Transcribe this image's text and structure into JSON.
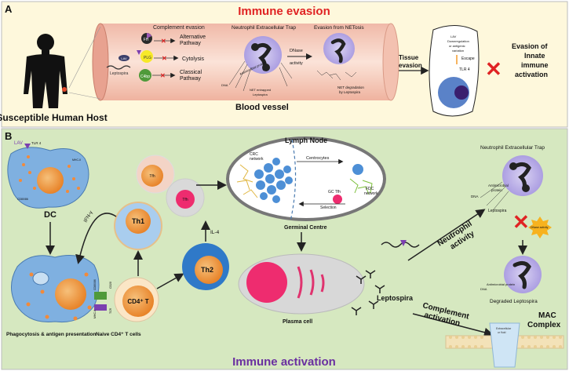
{
  "panel_a": {
    "letter": "A",
    "title": "Immune evasion",
    "host_label": "Susceptible Human Host",
    "complement_evasion": "Complement evasion",
    "fh": "FH",
    "lav": "LAV",
    "plg": "PLG",
    "c4bp": "C4bp",
    "leptospira": "Leptospira",
    "alternative_pathway": [
      "Alternative",
      "Pathway"
    ],
    "cytolysis": "Cytolysis",
    "classical_pathway": [
      "Classical",
      "Pathway"
    ],
    "net_title": "Neutrophil Extracellular Trap",
    "dna": "DNA",
    "antimicrobial": "Antimicrobial protein",
    "net_entrapped": [
      "NET entrapped",
      "Leptospira"
    ],
    "dnase_activity": [
      "DNase",
      "activity"
    ],
    "netosis_title": "Evasion from NETosis",
    "net_degradation": [
      "NET degradation",
      "by Leptospira"
    ],
    "blood_vessel": "Blood vessel",
    "tissue_evasion": [
      "Tissue",
      "evasion"
    ],
    "lav_note": [
      "LAV",
      "Downregulation",
      "or antigenic",
      "variation"
    ],
    "escape": "Escape",
    "tlr4": "TLR 4",
    "evasion_innate": [
      "Evasion of",
      "Innate",
      "immune",
      "activation"
    ]
  },
  "panel_b": {
    "letter": "B",
    "title": "Immune activation",
    "lav": "LAV",
    "tlr4": "TLR 4",
    "mhc2": "MHC-II",
    "cd80": "CD80/86",
    "dc": "DC",
    "ifn": "IFN-γ",
    "phago": "Phagocytosis & antigen presentation",
    "cd80b": "CD80/86",
    "mhc2b": "MHC-II",
    "cd28": "CD28",
    "tcr": "TCR",
    "cd4t": "CD4⁺ T",
    "naive": "Naive CD4⁺ T cells",
    "th1": "Th1",
    "th2": "Th2",
    "il4": "IL-4",
    "tfh_top": "Tfh",
    "tfh_bottom": "Tfh",
    "lymph_node": "Lymph Node",
    "crc_network": [
      "CRC",
      "network"
    ],
    "centrocytes": "Centrocytes",
    "gc_tfh": "GC Tfh",
    "fdc_network": [
      "FDC",
      "network"
    ],
    "selection": "Selection",
    "germinal_centre": "Germinal Centre",
    "plasma_cell": "Plasma cell",
    "leptospira": "Leptospira",
    "neutrophil_activity": [
      "Neutrophil",
      "activity"
    ],
    "complement_activation": [
      "Complement",
      "activation"
    ],
    "net_title": "Neutrophil Extracellular Trap",
    "antimicrobial": [
      "Antimicrobial",
      "protein"
    ],
    "dna": "DNA",
    "dnase_activity": "DNase activity",
    "lepto_label": "Leptospira",
    "dna2": "DNA",
    "antimicrobial2": "Antimicrobial protein",
    "degraded": "Degraded Leptospira",
    "mac_complex": [
      "MAC",
      "Complex"
    ],
    "mac_inner": [
      "Extracellular",
      "or fluid"
    ]
  }
}
